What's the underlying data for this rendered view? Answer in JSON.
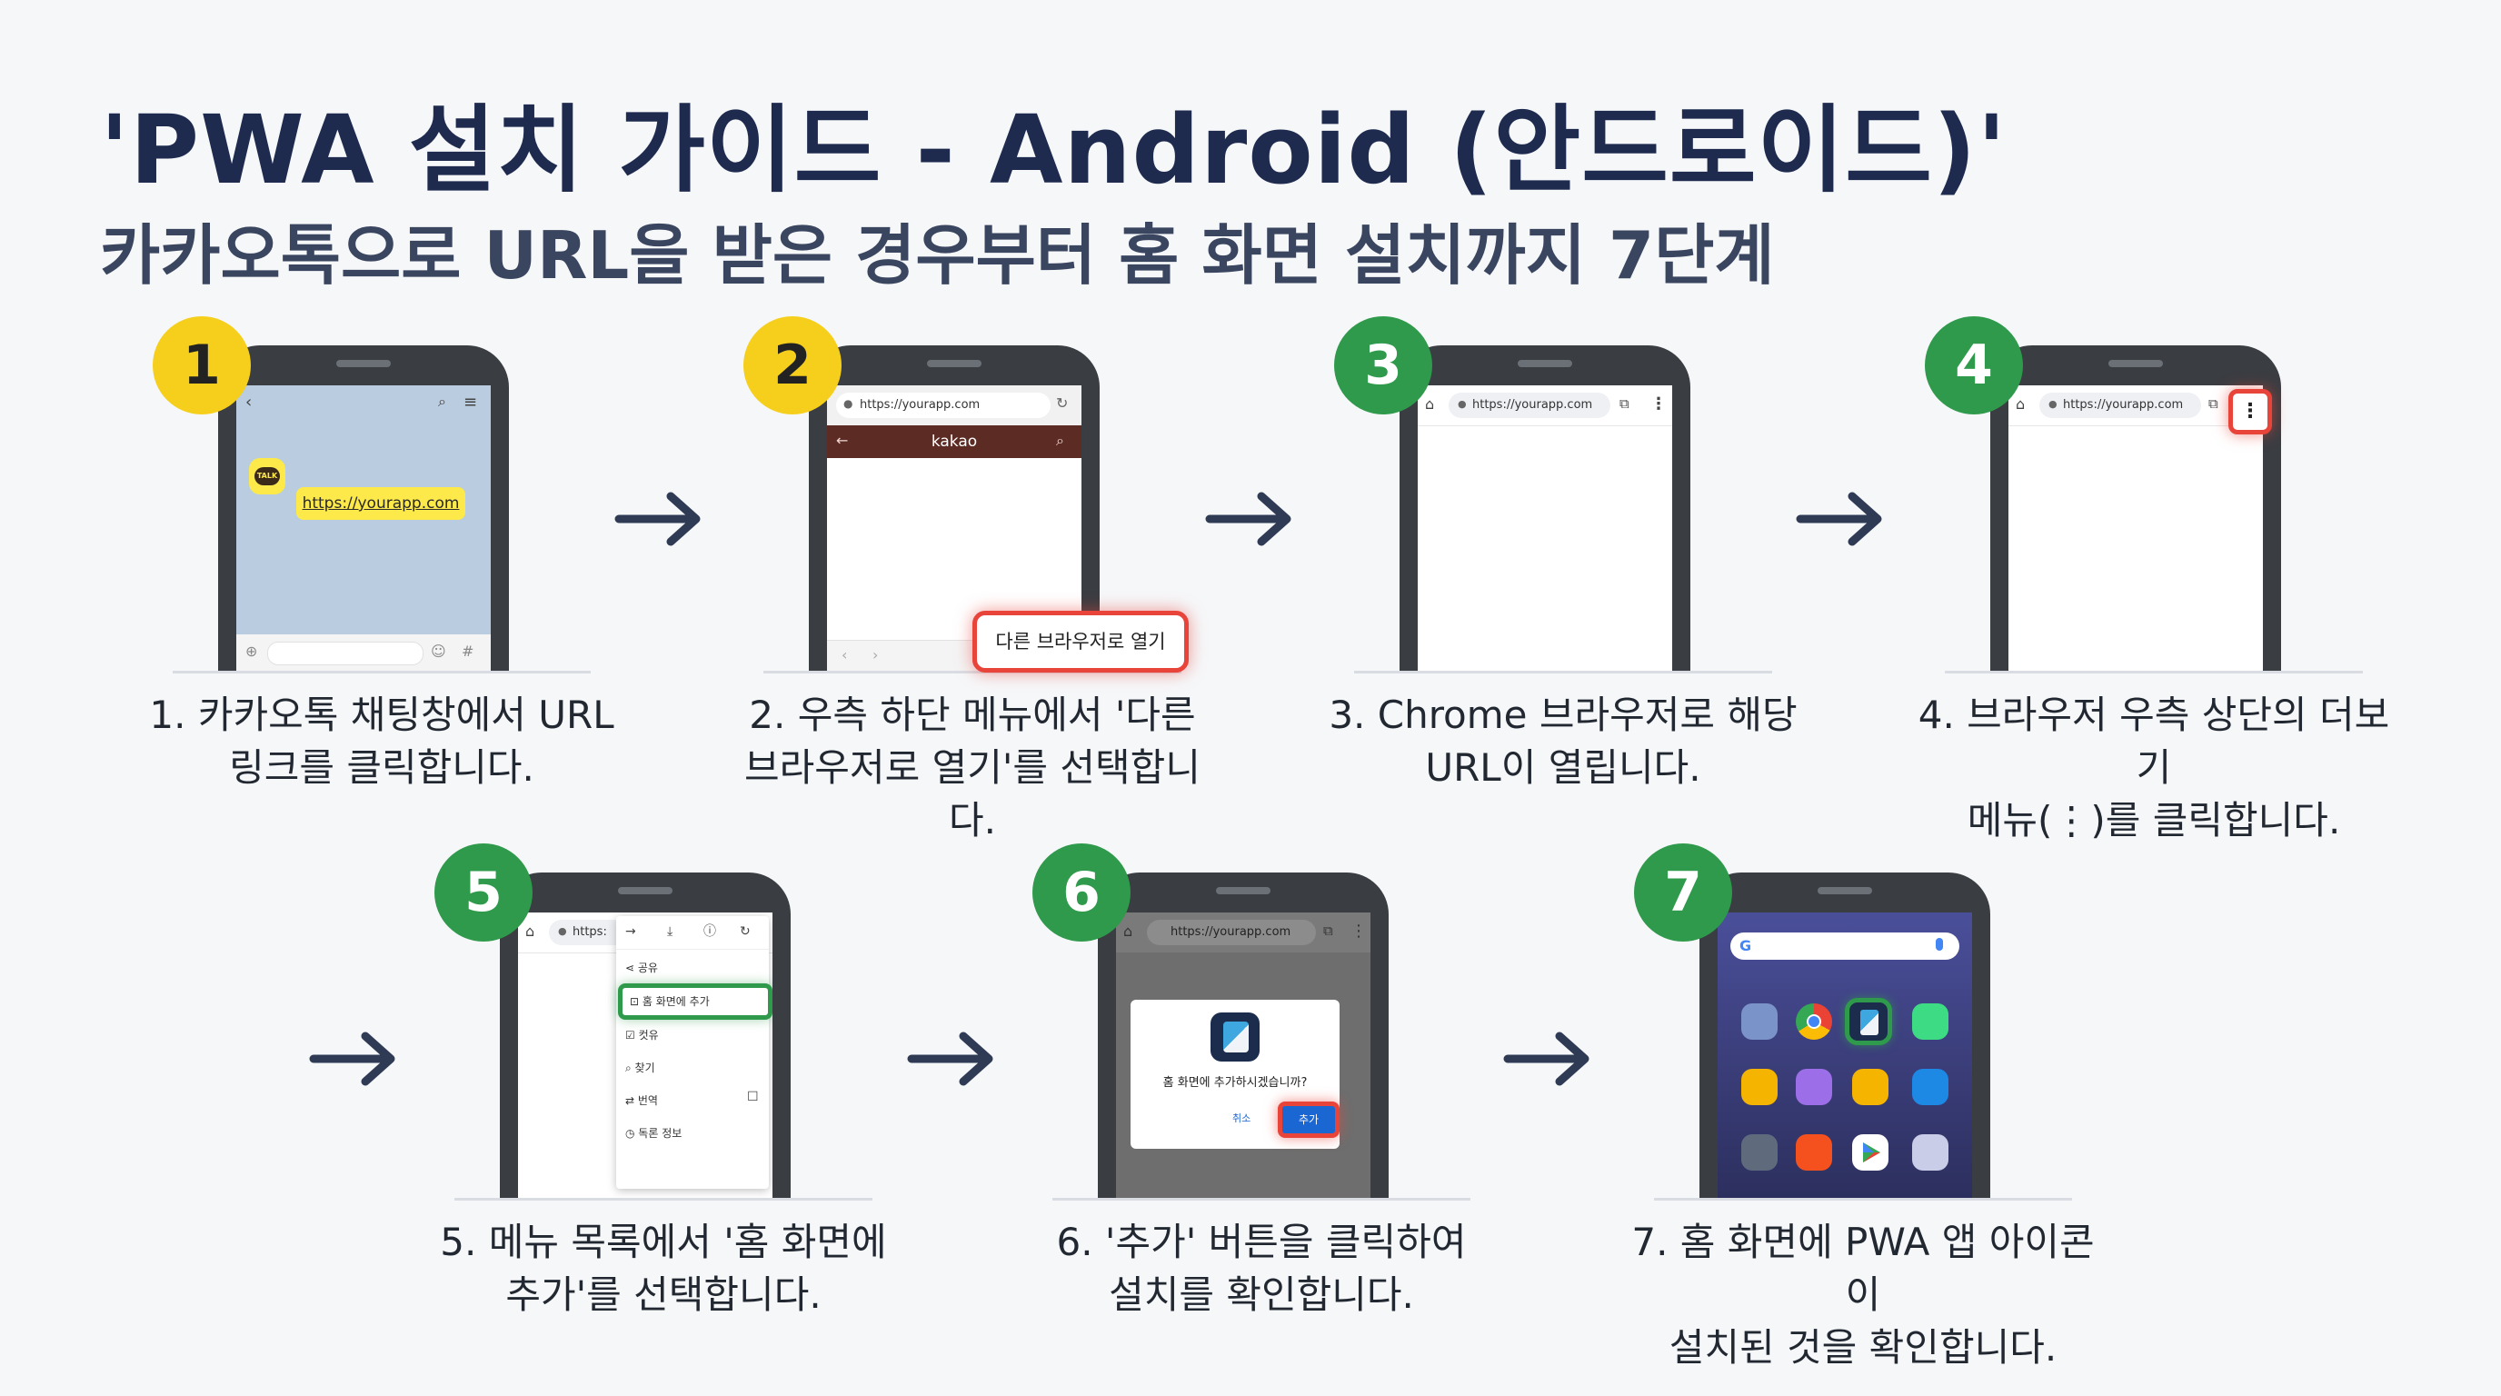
{
  "header": {
    "title": "'PWA 설치 가이드 - Android (안드로이드)'",
    "subtitle": "카카오톡으로 URL을 받은 경우부터 홈 화면 설치까지 7단계"
  },
  "colors": {
    "title": "#1e2b4f",
    "badge_yellow": "#f5cf1c",
    "badge_green": "#2f9a4b",
    "highlight_red": "#e8443a",
    "highlight_green": "#2f9a4b",
    "kakao_bg": "#b9cce0",
    "kakao_yellow": "#fde94a"
  },
  "steps": [
    {
      "number": "1",
      "caption_line1": "1. 카카오톡 채팅창에서 URL",
      "caption_line2": "링크를 클릭합니다.",
      "screen": {
        "talk_label": "TALK",
        "link": "https://yourapp.com"
      }
    },
    {
      "number": "2",
      "caption_line1": "2. 우측 하단 메뉴에서 '다른",
      "caption_line2": "브라우저로 열기'를 선택합니다.",
      "screen": {
        "url": "https://yourapp.com",
        "site_title": "kakao",
        "popup": "다른 브라우저로 열기"
      }
    },
    {
      "number": "3",
      "caption_line1": "3. Chrome 브라우저로 해당",
      "caption_line2": "URL이 열립니다.",
      "screen": {
        "url": "https://yourapp.com"
      }
    },
    {
      "number": "4",
      "caption_line1": "4. 브라우저 우측 상단의 더보기",
      "caption_line2": "메뉴(⋮)를 클릭합니다.",
      "screen": {
        "url": "https://yourapp.com"
      }
    },
    {
      "number": "5",
      "caption_line1": "5. 메뉴 목록에서 '홈 화면에",
      "caption_line2": "추가'를 선택합니다.",
      "screen": {
        "url": "https:",
        "menu": [
          "공유",
          "홈 화면에 추가",
          "컷유",
          "찾기",
          "번역",
          "독론 정보"
        ]
      }
    },
    {
      "number": "6",
      "caption_line1": "6. '추가' 버튼을 클릭하여",
      "caption_line2": "설치를 확인합니다.",
      "screen": {
        "url": "https://yourapp.com",
        "dialog_text": "홈 화면에 추가하시겠습니까?",
        "cancel": "취소",
        "add": "추가"
      }
    },
    {
      "number": "7",
      "caption_line1": "7. 홈 화면에 PWA 앱 아이콘이",
      "caption_line2": "설치된 것을 확인합니다.",
      "screen": {
        "search_logo": "G"
      }
    }
  ]
}
